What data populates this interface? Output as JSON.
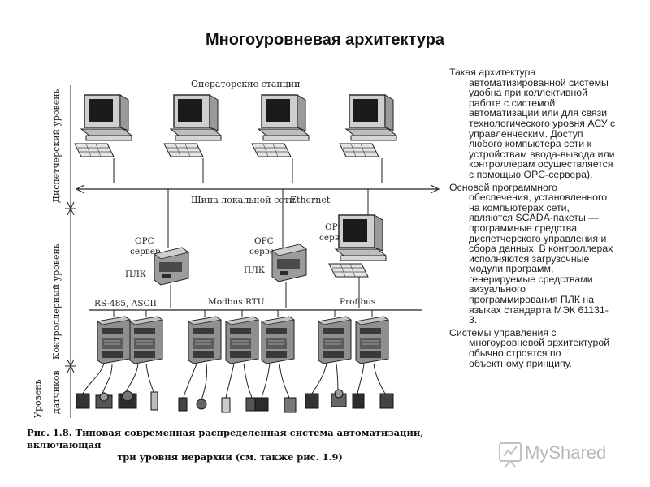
{
  "slide": {
    "title": "Многоуровневая архитектура",
    "paragraphs": [
      "Такая архитектура автоматизированной системы удобна при коллективной работе с системой автоматизации или для связи технологического уровня АСУ с управленческим. Доступ любого компьютера сети к устройствам ввода-вывода или контроллерам осуществляется с помощью OPC-сервера).",
      "Основой программного обеспечения, установленного на компьютерах сети, являются SCADA-пакеты — программные средства диспетчерского управления и сбора данных. В контроллерах исполняются загрузочные модули программ, генерируемые средствами визуального программирования ПЛК на языках стандарта МЭК 61131-3.",
      "Системы управления с многоуровневой архитектурой обычно строятся по объектному принципу."
    ]
  },
  "diagram": {
    "levels": [
      "Диспетчерский уровень",
      "Контроллерный уровень",
      "Уровень датчиков"
    ],
    "operator_stations_label": "Операторские станции",
    "lan_label": "Шина локальной сети",
    "ethernet_label": "Ethernet",
    "opc_server_label": "OPC",
    "opc_server_label2": "сервер",
    "plc_label": "ПЛК",
    "bus_labels": [
      "RS-485, ASCII",
      "Modbus RTU",
      "Profibus"
    ]
  },
  "caption": {
    "line1": "Рис. 1.8. Типовая современная распределенная система автоматизации, включающая",
    "line2": "три уровня иерархии (см. также рис. 1.9)"
  },
  "watermark": {
    "text": "MyShared"
  }
}
